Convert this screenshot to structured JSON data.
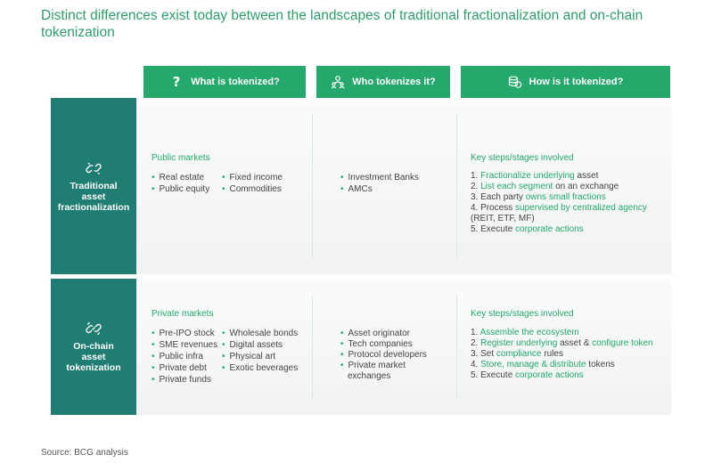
{
  "title": "Distinct differences exist today between the landscapes of traditional fractionalization and on-chain tokenization",
  "headers": [
    {
      "label": "What is tokenized?",
      "icon": "question-icon"
    },
    {
      "label": "Who tokenizes it?",
      "icon": "people-icon"
    },
    {
      "label": "How is it tokenized?",
      "icon": "coins-icon"
    }
  ],
  "colors": {
    "accent": "#24a86b",
    "row_label": "#1f7d73",
    "title": "#2e9e6a"
  },
  "rows": [
    {
      "label": "Traditional\nasset\nfractionalization",
      "icon": "link-icon",
      "what": {
        "heading": "Public markets",
        "col1": [
          "Real estate",
          "Public equity"
        ],
        "col2": [
          "Fixed income",
          "Commodities"
        ]
      },
      "who": [
        "Investment Banks",
        "AMCs"
      ],
      "how": {
        "heading": "Key steps/stages involved",
        "steps": [
          [
            [
              "1. ",
              ""
            ],
            [
              "Fractionalize underlying",
              "g"
            ],
            [
              " asset",
              ""
            ]
          ],
          [
            [
              "2. ",
              ""
            ],
            [
              "List each segment",
              "g"
            ],
            [
              " on an exchange",
              ""
            ]
          ],
          [
            [
              "3. Each party ",
              ""
            ],
            [
              "owns small fractions",
              "g"
            ]
          ],
          [
            [
              "4. Process ",
              ""
            ],
            [
              "supervised by centralized agency",
              "g"
            ],
            [
              " (REIT, ETF, MF)",
              ""
            ]
          ],
          [
            [
              "5. Execute ",
              ""
            ],
            [
              "corporate actions",
              "g"
            ]
          ]
        ]
      }
    },
    {
      "label": "On-chain\nasset\ntokenization",
      "icon": "chain-link-icon",
      "what": {
        "heading": "Private markets",
        "col1": [
          "Pre-IPO stock",
          "SME revenues",
          "Public infra",
          "Private debt",
          "Private funds"
        ],
        "col2": [
          "Wholesale bonds",
          "Digital assets",
          "Physical art",
          "Exotic beverages"
        ]
      },
      "who": [
        "Asset originator",
        "Tech companies",
        "Protocol developers",
        "Private market exchanges"
      ],
      "how": {
        "heading": "Key steps/stages involved",
        "steps": [
          [
            [
              "1. ",
              ""
            ],
            [
              "Assemble the ecosystem",
              "g"
            ]
          ],
          [
            [
              "2. ",
              ""
            ],
            [
              "Register underlying",
              "g"
            ],
            [
              " asset & ",
              ""
            ],
            [
              "configure token",
              "g"
            ]
          ],
          [
            [
              "3. Set ",
              ""
            ],
            [
              "compliance",
              "g"
            ],
            [
              " rules",
              ""
            ]
          ],
          [
            [
              "4. ",
              ""
            ],
            [
              "Store, manage & distribute",
              "g"
            ],
            [
              " tokens",
              ""
            ]
          ],
          [
            [
              "5. Execute ",
              ""
            ],
            [
              "corporate actions",
              "g"
            ]
          ]
        ]
      }
    }
  ],
  "source_label": "Source:",
  "source_text": "BCG analysis"
}
